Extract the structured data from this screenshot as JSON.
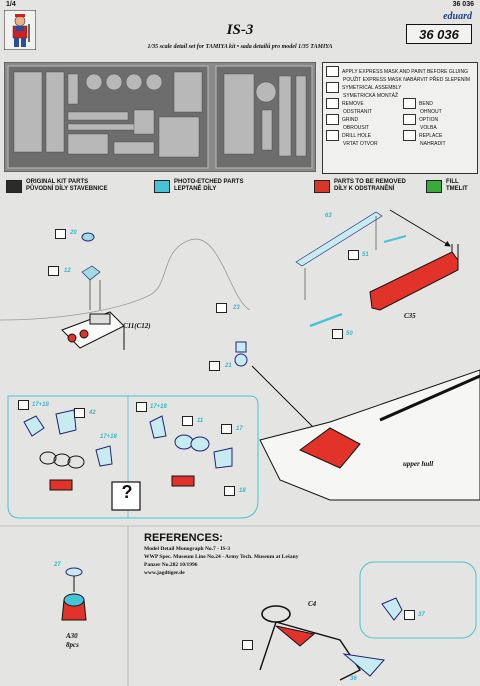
{
  "header": {
    "page_number": "1/4",
    "doc_number": "36 036",
    "brand": "eduard",
    "title": "IS-3",
    "catalog_number": "36 036",
    "subtitle": "1/35 scale detail set for TAMIYA kit  •  sada detailů pro model 1/35 TAMIYA"
  },
  "legend": {
    "items_left": [
      {
        "text": "APPLY EXPRESS MASK AND PAINT BEFORE GLUING",
        "icon": "mask-icon"
      },
      {
        "text": "POUŽIT EXPRESS MASK NABÁRVIT PŘED SLEPENÍM",
        "icon": ""
      },
      {
        "text": "SYMETRICAL ASSEMBLY",
        "icon": "symmetry-icon"
      },
      {
        "text": "SYMETRICKÁ MONTÁŽ",
        "icon": ""
      },
      {
        "text": "REMOVE",
        "icon": "remove-icon"
      },
      {
        "text": "ODSTRANIT",
        "icon": ""
      },
      {
        "text": "GRIND",
        "icon": "grind-icon"
      },
      {
        "text": "OBROUSIT",
        "icon": ""
      },
      {
        "text": "DRILL HOLE",
        "icon": "drill-icon"
      },
      {
        "text": "VRTAT OTVOR",
        "icon": ""
      }
    ],
    "items_right": [
      {
        "text": "BEND",
        "icon": "bend-icon"
      },
      {
        "text": "OHNOUT",
        "icon": ""
      },
      {
        "text": "OPTION",
        "icon": "option-icon"
      },
      {
        "text": "VOLBA",
        "icon": ""
      },
      {
        "text": "REPLACE",
        "icon": "replace-icon"
      },
      {
        "text": "NAHRADIT",
        "icon": ""
      }
    ]
  },
  "color_key": [
    {
      "line1": "ORIGINAL KIT PARTS",
      "line2": "PŮVODNÍ DÍLY STAVEBNICE",
      "color": "#2b2b2b"
    },
    {
      "line1": "PHOTO-ETCHED PARTS",
      "line2": "LEPTANÉ DÍLY",
      "color": "#48c3d6"
    },
    {
      "line1": "PARTS TO BE REMOVED",
      "line2": "DÍLY K ODSTRANĚNÍ",
      "color": "#d8362a"
    },
    {
      "line1": "FILL",
      "line2": "TMELIT",
      "color": "#3aaa3a"
    }
  ],
  "diagram": {
    "part_labels": {
      "p20": "20",
      "p12": "12",
      "c11": "C11(C12)",
      "p63": "63",
      "p51": "51",
      "p50": "50",
      "c35": "C35",
      "p23": "23",
      "p21": "21",
      "p17a": "17+18",
      "p42": "42",
      "p17b": "17+18",
      "p17c": "17+18",
      "p11": "11",
      "p17d": "17",
      "p18": "18",
      "q": "?",
      "upper_hull": "upper hull",
      "p27": "27",
      "a30": "A30",
      "pcs": "8pcs",
      "c4": "C4",
      "p36": "36",
      "p37": "37"
    }
  },
  "references": {
    "title": "REFERENCES:",
    "lines": [
      "Model Detail Monograph No.7 - IS-3",
      "WWP Spec. Museum Line No.24 - Army Tech. Museum at Lešany",
      "Panzer  No.282 10/1996",
      "www.jagdtiger.de"
    ]
  }
}
